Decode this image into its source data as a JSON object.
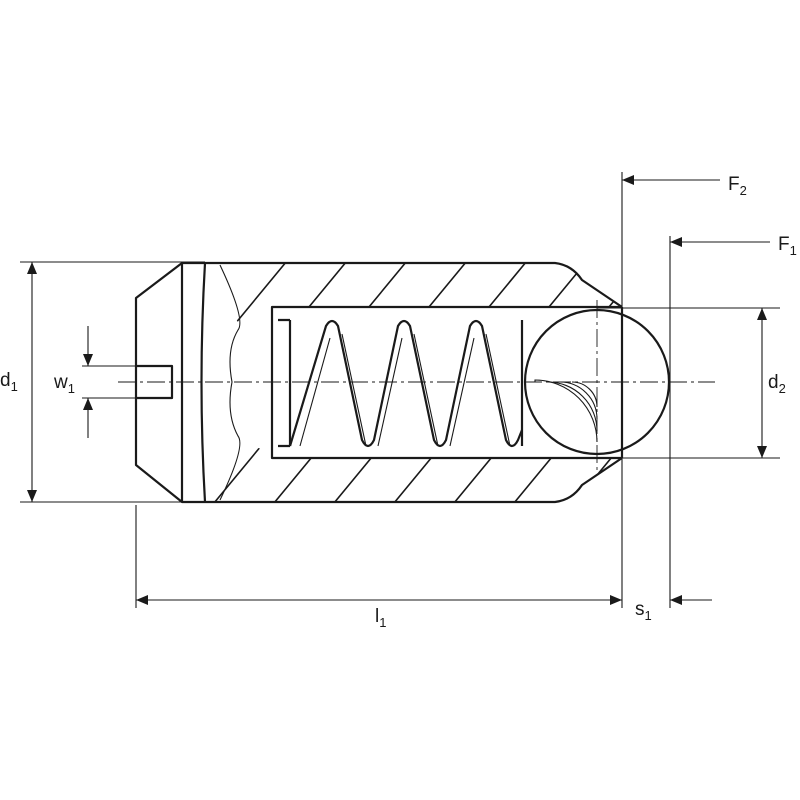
{
  "labels": {
    "d1": {
      "main": "d",
      "sub": "1"
    },
    "w1": {
      "main": "w",
      "sub": "1"
    },
    "d2": {
      "main": "d",
      "sub": "2"
    },
    "l1": {
      "main": "l",
      "sub": "1"
    },
    "s1": {
      "main": "s",
      "sub": "1"
    },
    "F1": {
      "main": "F",
      "sub": "1"
    },
    "F2": {
      "main": "F",
      "sub": "2"
    }
  }
}
